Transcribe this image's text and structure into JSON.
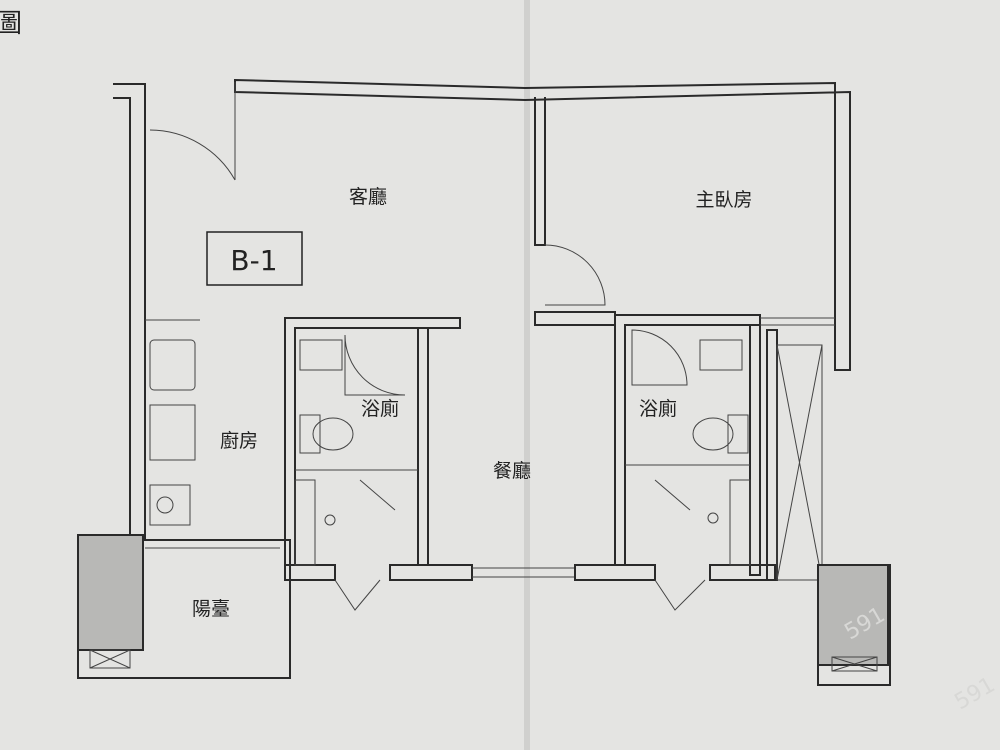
{
  "header": {
    "corner_char": "圖"
  },
  "unit_label": "B-1",
  "rooms": {
    "living_room": "客廳",
    "master_bedroom": "主臥房",
    "kitchen": "廚房",
    "bathroom_left": "浴廁",
    "bathroom_right": "浴廁",
    "dining_room": "餐廳",
    "balcony": "陽臺"
  },
  "watermark": "591",
  "colors": {
    "paper": "#e4e4e2",
    "line": "#2a2a2a",
    "shade": "#b8b8b6"
  }
}
